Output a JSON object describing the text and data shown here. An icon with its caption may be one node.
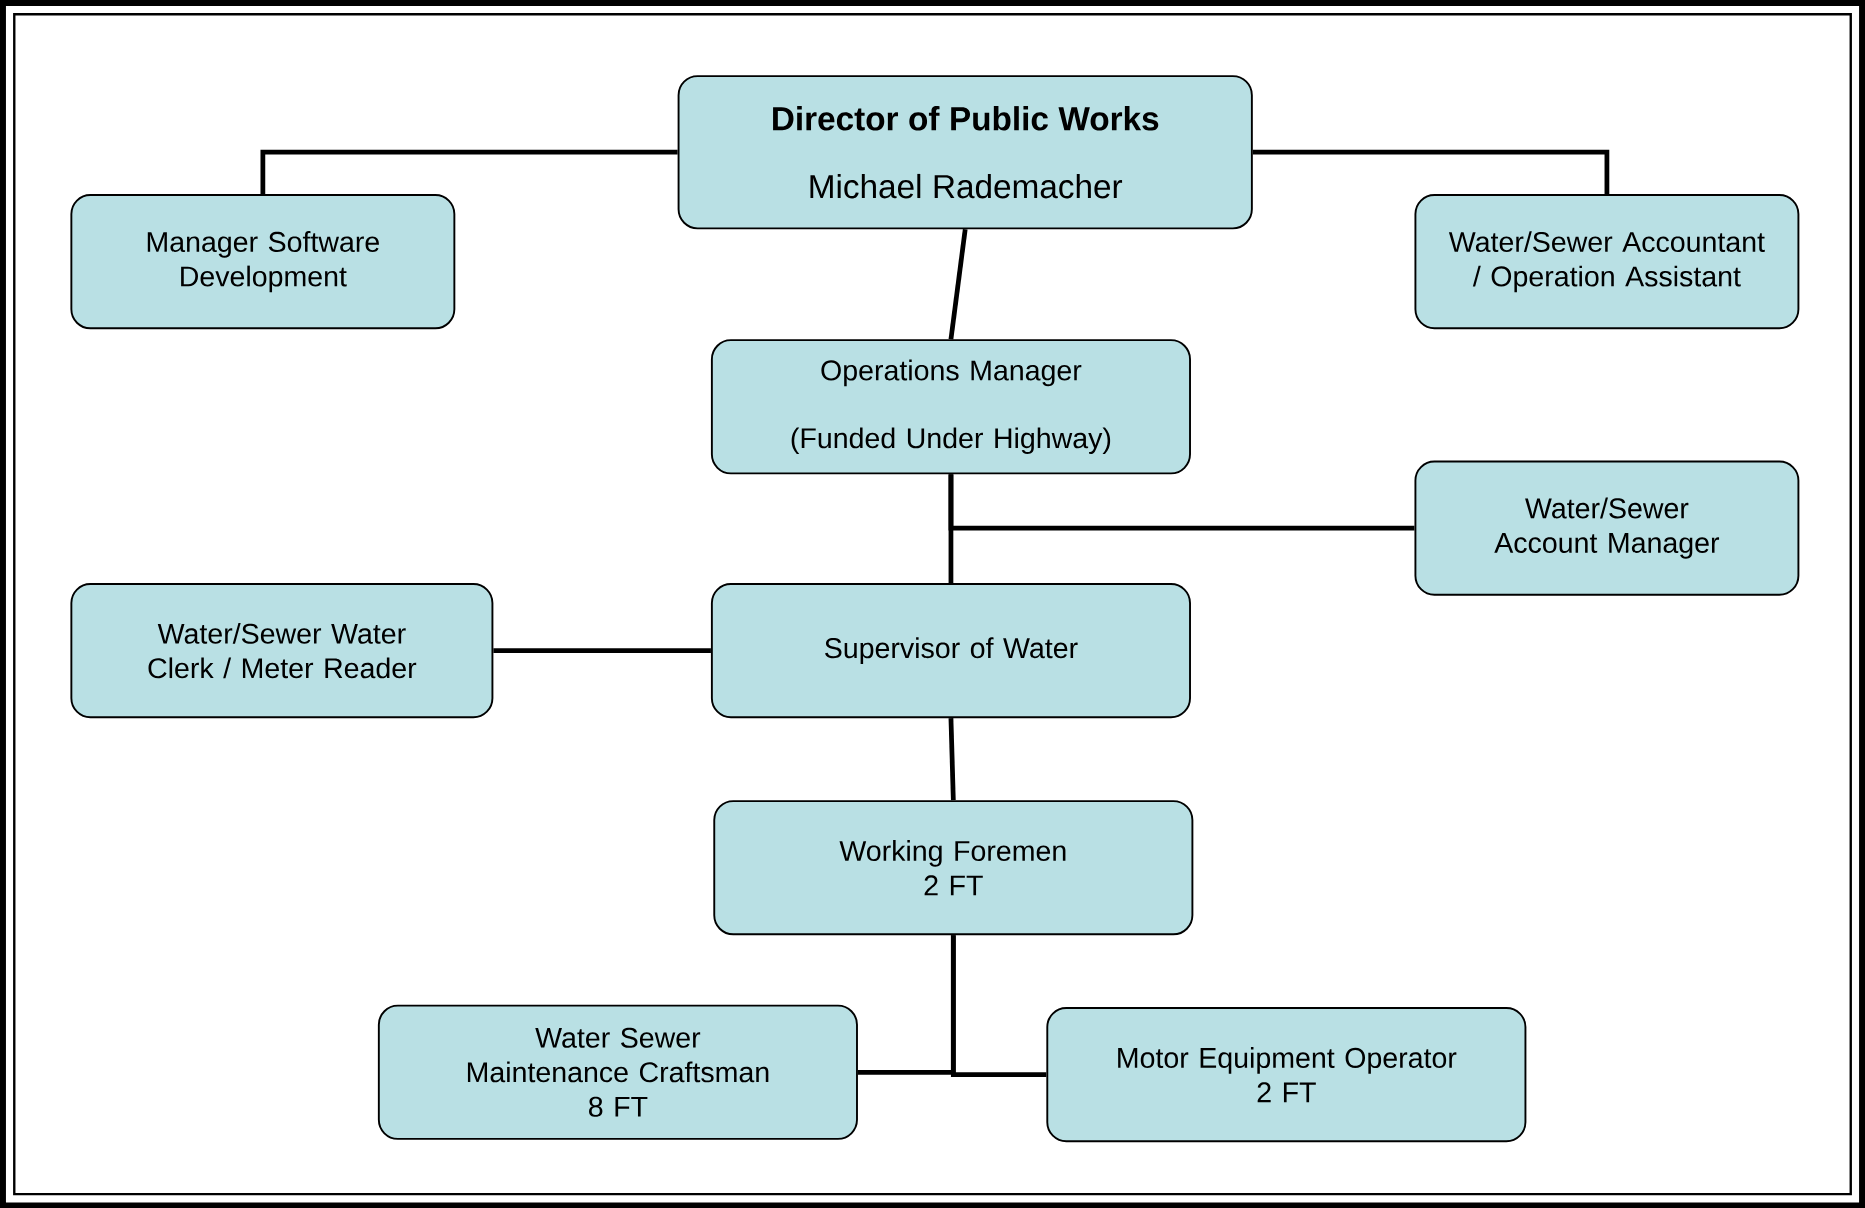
{
  "diagram": {
    "nodes": [
      {
        "text": [
          "Director of Public Works",
          "Michael Rademacher"
        ]
      },
      {
        "text": [
          "Manager Software Development"
        ]
      },
      {
        "text": [
          "Water/Sewer Accountant / Operation Assistant"
        ]
      },
      {
        "text": [
          "Operations Manager",
          "(Funded Under Highway)"
        ]
      },
      {
        "text": [
          "Water/Sewer Account Manager"
        ]
      },
      {
        "text": [
          "Water/Sewer Water Clerk / Meter Reader"
        ]
      },
      {
        "text": [
          "Supervisor of Water"
        ]
      },
      {
        "text": [
          "Working Foremen",
          "2 FT"
        ]
      },
      {
        "text": [
          "Water Sewer Maintenance Craftsman",
          "8 FT"
        ]
      },
      {
        "text": [
          "Motor Equipment Operator",
          "2 FT"
        ]
      }
    ],
    "edges": [
      {
        "from": 0,
        "to": 1,
        "arrow": "none"
      },
      {
        "from": 0,
        "to": 2,
        "arrow": "none"
      },
      {
        "from": 0,
        "to": 3,
        "arrow": "none"
      },
      {
        "from": 3,
        "to": 4,
        "arrow": "none"
      },
      {
        "from": 3,
        "to": 6,
        "arrow": "none"
      },
      {
        "from": 6,
        "to": 5,
        "arrow": "none"
      },
      {
        "from": 6,
        "to": 7,
        "arrow": "none"
      },
      {
        "from": 7,
        "to": 8,
        "arrow": "none"
      },
      {
        "from": 7,
        "to": 9,
        "arrow": "none"
      }
    ]
  }
}
